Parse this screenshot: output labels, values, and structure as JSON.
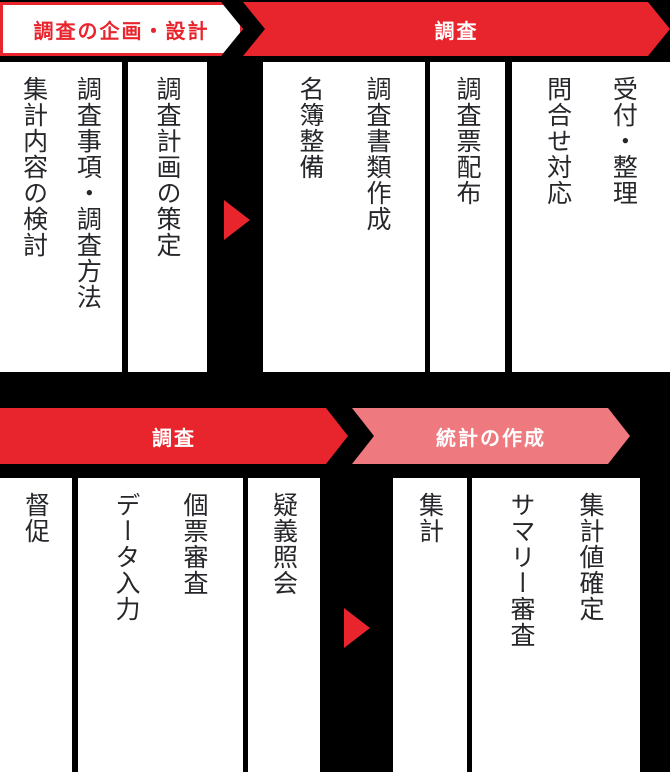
{
  "diagram": {
    "title_row1": [
      {
        "id": "planning",
        "label": "調査の企画・設計",
        "style": "outline"
      },
      {
        "id": "survey-1",
        "label": "調査",
        "style": "solid"
      }
    ],
    "title_row2": [
      {
        "id": "survey-2",
        "label": "調査",
        "style": "solid"
      },
      {
        "id": "statistics",
        "label": "統計の作成",
        "style": "light"
      }
    ],
    "row1_boxes": [
      {
        "id": "box-survey-items",
        "columns": [
          "調査事項・調査方法",
          "集計内容の検討"
        ]
      },
      {
        "id": "box-survey-plan",
        "columns": [
          "調査計画の策定"
        ]
      },
      {
        "id": "box-survey-docs",
        "columns": [
          "調査書類作成",
          "名簿整備"
        ]
      },
      {
        "id": "box-questionnaire-distribution",
        "columns": [
          "調査票配布"
        ]
      },
      {
        "id": "box-reception",
        "columns": [
          "受付・整理",
          "問合せ対応"
        ]
      }
    ],
    "row2_boxes": [
      {
        "id": "box-reminder",
        "columns": [
          "督促"
        ]
      },
      {
        "id": "box-record-review",
        "columns": [
          "個票審査",
          "データ入力"
        ]
      },
      {
        "id": "box-query-inquiry",
        "columns": [
          "疑義照会"
        ]
      },
      {
        "id": "box-tabulation",
        "columns": [
          "集計"
        ]
      },
      {
        "id": "box-value-confirm",
        "columns": [
          "集計値確定",
          "サマリー審査"
        ]
      }
    ],
    "connectors": [
      {
        "id": "arrow-row1",
        "name": "flow-arrow-right"
      },
      {
        "id": "arrow-row2",
        "name": "flow-arrow-right"
      }
    ],
    "colors": {
      "accent_red": "#E8242D",
      "accent_pink": "#EE7A80",
      "background": "#000000",
      "box_fill": "#FFFFFF",
      "text_dark": "#26272B"
    }
  }
}
